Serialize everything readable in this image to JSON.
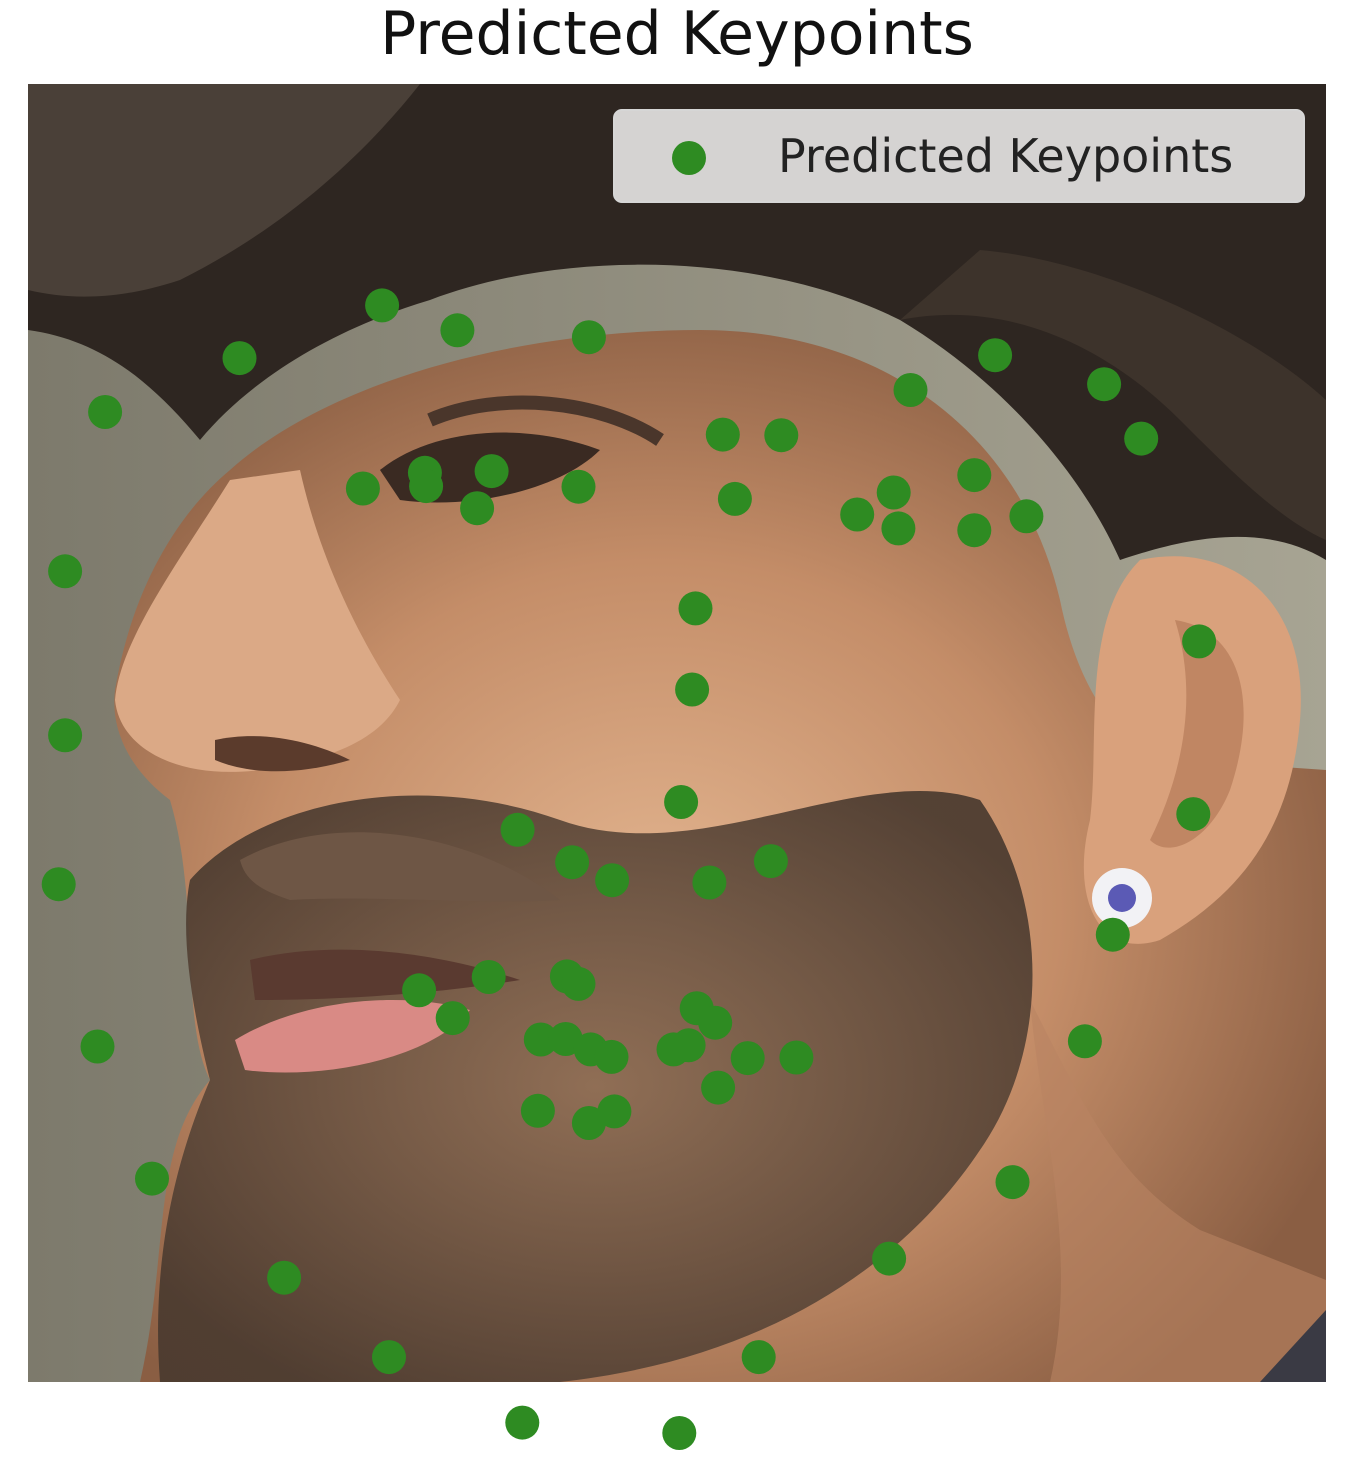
{
  "chart_data": {
    "type": "scatter",
    "title": "Predicted Keypoints",
    "xlabel": "",
    "ylabel": "",
    "image_size": [
      224,
      224
    ],
    "xlim": [
      0,
      224
    ],
    "ylim": [
      224,
      0
    ],
    "axis": "off",
    "grid": false,
    "legend": {
      "placement": "top-right"
    },
    "background_image": "photo of a man's face in profile, looking left, dark curly hair, beard, stud earring",
    "series": [
      {
        "name": "Predicted Keypoints",
        "color": "#2e8b22",
        "points": [
          [
            6.4,
            84.1
          ],
          [
            6.4,
            112.4
          ],
          [
            5.3,
            138.1
          ],
          [
            12.0,
            166.1
          ],
          [
            21.4,
            188.9
          ],
          [
            44.2,
            206.0
          ],
          [
            62.3,
            219.7
          ],
          [
            85.3,
            231.0
          ],
          [
            112.4,
            232.8
          ],
          [
            126.1,
            219.7
          ],
          [
            148.6,
            202.7
          ],
          [
            169.9,
            189.5
          ],
          [
            182.4,
            165.2
          ],
          [
            187.2,
            146.8
          ],
          [
            201.1,
            126.0
          ],
          [
            202.1,
            96.2
          ],
          [
            13.3,
            56.6
          ],
          [
            36.5,
            47.3
          ],
          [
            61.1,
            38.2
          ],
          [
            74.1,
            42.5
          ],
          [
            96.8,
            43.7
          ],
          [
            152.3,
            52.8
          ],
          [
            166.9,
            46.8
          ],
          [
            185.7,
            51.8
          ],
          [
            192.1,
            61.2
          ],
          [
            119.9,
            60.5
          ],
          [
            130.0,
            60.6
          ],
          [
            57.8,
            69.8
          ],
          [
            68.5,
            67.1
          ],
          [
            68.7,
            69.4
          ],
          [
            80.0,
            66.8
          ],
          [
            95.0,
            69.5
          ],
          [
            77.5,
            73.2
          ],
          [
            122.0,
            71.6
          ],
          [
            143.1,
            74.3
          ],
          [
            149.4,
            70.5
          ],
          [
            163.3,
            67.5
          ],
          [
            172.3,
            74.6
          ],
          [
            150.2,
            76.7
          ],
          [
            163.3,
            77.0
          ],
          [
            115.2,
            90.5
          ],
          [
            114.6,
            104.5
          ],
          [
            112.7,
            123.9
          ],
          [
            84.5,
            128.7
          ],
          [
            93.9,
            134.3
          ],
          [
            100.8,
            137.4
          ],
          [
            117.6,
            137.8
          ],
          [
            128.2,
            134.1
          ],
          [
            67.5,
            156.4
          ],
          [
            79.5,
            154.1
          ],
          [
            93.0,
            154.0
          ],
          [
            95.0,
            155.3
          ],
          [
            73.3,
            161.2
          ],
          [
            88.5,
            164.9
          ],
          [
            92.8,
            164.8
          ],
          [
            97.1,
            166.6
          ],
          [
            100.7,
            167.9
          ],
          [
            111.4,
            166.6
          ],
          [
            114.0,
            165.9
          ],
          [
            124.2,
            168.1
          ],
          [
            132.6,
            168.0
          ],
          [
            115.4,
            159.5
          ],
          [
            118.6,
            162.0
          ],
          [
            119.1,
            173.2
          ],
          [
            88.0,
            177.2
          ],
          [
            101.2,
            177.3
          ],
          [
            96.8,
            179.3
          ]
        ]
      }
    ]
  }
}
